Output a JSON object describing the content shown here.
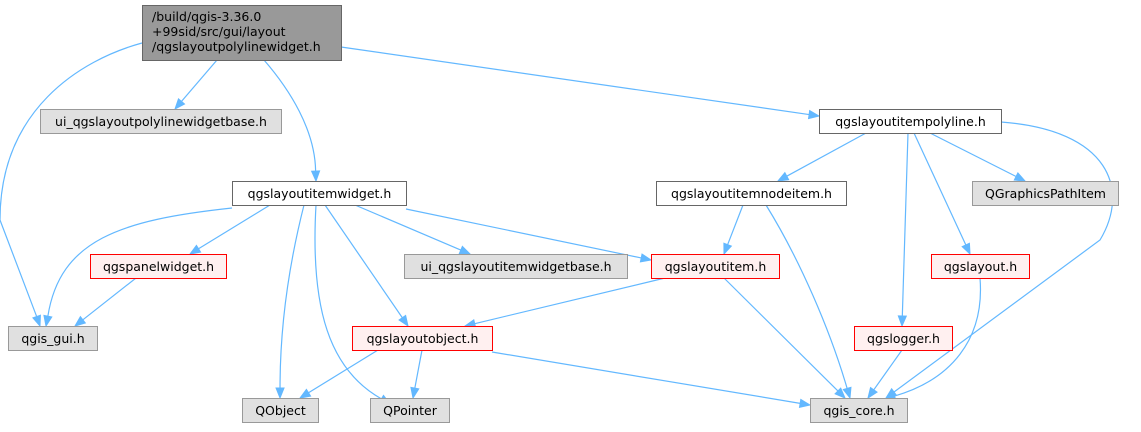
{
  "colors": {
    "edge": "#63b8ff",
    "root_fill": "#999999",
    "root_stroke": "#666666",
    "external_fill": "#e0e0e0",
    "external_stroke": "#999999",
    "documented_fill": "#ffffff",
    "documented_stroke": "#666666",
    "incomplete_fill": "#fff0f0",
    "incomplete_stroke": "#ff0000"
  },
  "nodes": [
    {
      "id": "root",
      "kind": "root",
      "lines": [
        "/build/qgis-3.36.0",
        "+99sid/src/gui/layout",
        "/qgslayoutpolylinewidget.h"
      ]
    },
    {
      "id": "ui_polyline",
      "kind": "external",
      "lines": [
        "ui_qgslayoutpolylinewidgetbase.h"
      ]
    },
    {
      "id": "itempolyline",
      "kind": "documented",
      "lines": [
        "qgslayoutitempolyline.h"
      ]
    },
    {
      "id": "itemwidget",
      "kind": "documented",
      "lines": [
        "qgslayoutitemwidget.h"
      ]
    },
    {
      "id": "nodeitem",
      "kind": "documented",
      "lines": [
        "qgslayoutitemnodeitem.h"
      ]
    },
    {
      "id": "gpathitem",
      "kind": "external",
      "lines": [
        "QGraphicsPathItem"
      ]
    },
    {
      "id": "panelwidget",
      "kind": "incomplete",
      "lines": [
        "qgspanelwidget.h"
      ]
    },
    {
      "id": "ui_itemwidget",
      "kind": "external",
      "lines": [
        "ui_qgslayoutitemwidgetbase.h"
      ]
    },
    {
      "id": "layoutitem",
      "kind": "incomplete",
      "lines": [
        "qgslayoutitem.h"
      ]
    },
    {
      "id": "layout",
      "kind": "incomplete",
      "lines": [
        "qgslayout.h"
      ]
    },
    {
      "id": "qgis_gui",
      "kind": "external",
      "lines": [
        "qgis_gui.h"
      ]
    },
    {
      "id": "layoutobject",
      "kind": "incomplete",
      "lines": [
        "qgslayoutobject.h"
      ]
    },
    {
      "id": "logger",
      "kind": "incomplete",
      "lines": [
        "qgslogger.h"
      ]
    },
    {
      "id": "qobject",
      "kind": "external",
      "lines": [
        "QObject"
      ]
    },
    {
      "id": "qpointer",
      "kind": "external",
      "lines": [
        "QPointer"
      ]
    },
    {
      "id": "qgis_core",
      "kind": "external",
      "lines": [
        "qgis_core.h"
      ]
    }
  ],
  "edges": [
    {
      "from": "root",
      "to": "qgis_gui"
    },
    {
      "from": "root",
      "to": "ui_polyline"
    },
    {
      "from": "root",
      "to": "itemwidget"
    },
    {
      "from": "root",
      "to": "itempolyline"
    },
    {
      "from": "itemwidget",
      "to": "qgis_gui"
    },
    {
      "from": "itemwidget",
      "to": "panelwidget"
    },
    {
      "from": "itemwidget",
      "to": "ui_itemwidget"
    },
    {
      "from": "itemwidget",
      "to": "layoutitem"
    },
    {
      "from": "itemwidget",
      "to": "layoutobject"
    },
    {
      "from": "itemwidget",
      "to": "qobject"
    },
    {
      "from": "itemwidget",
      "to": "qpointer"
    },
    {
      "from": "panelwidget",
      "to": "qgis_gui"
    },
    {
      "from": "itempolyline",
      "to": "nodeitem"
    },
    {
      "from": "itempolyline",
      "to": "gpathitem"
    },
    {
      "from": "itempolyline",
      "to": "layout"
    },
    {
      "from": "itempolyline",
      "to": "logger"
    },
    {
      "from": "itempolyline",
      "to": "qgis_core"
    },
    {
      "from": "nodeitem",
      "to": "layoutitem"
    },
    {
      "from": "nodeitem",
      "to": "qgis_core"
    },
    {
      "from": "layoutitem",
      "to": "layoutobject"
    },
    {
      "from": "layoutitem",
      "to": "qgis_core"
    },
    {
      "from": "layout",
      "to": "qgis_core"
    },
    {
      "from": "logger",
      "to": "qgis_core"
    },
    {
      "from": "layoutobject",
      "to": "qobject"
    },
    {
      "from": "layoutobject",
      "to": "qpointer"
    },
    {
      "from": "layoutobject",
      "to": "qgis_core"
    }
  ]
}
